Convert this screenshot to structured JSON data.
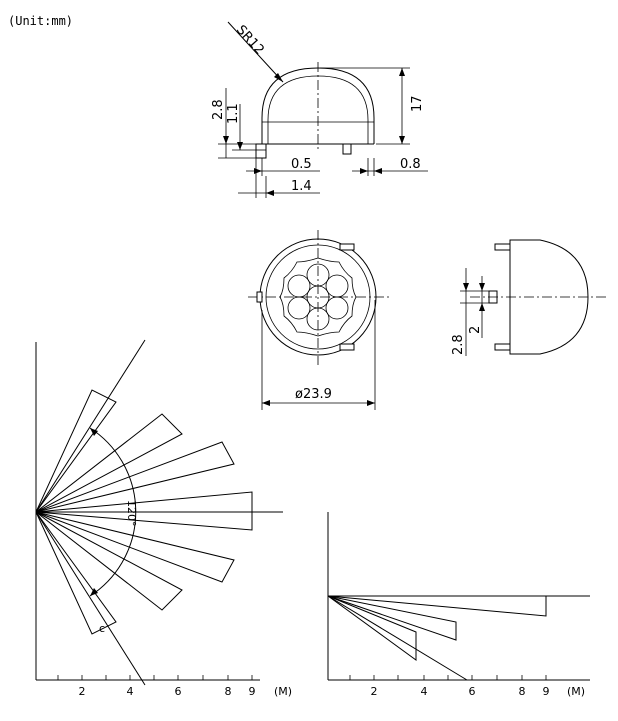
{
  "unit_label": "(Unit:mm)",
  "top_view_dims": {
    "radius": "SR12",
    "height": "17",
    "flange_height": "2.8",
    "flange_inner": "1.1",
    "step": "0.5",
    "flange_width": "1.4",
    "pin": "0.8"
  },
  "front_view_dims": {
    "diameter": "ø23.9"
  },
  "side_view_dims": {
    "a": "2.8",
    "b": "2"
  },
  "charts": {
    "left": {
      "angle_label": "120°",
      "x_ticks": [
        "2",
        "4",
        "6",
        "8",
        "9",
        "(M)"
      ]
    },
    "right": {
      "x_ticks": [
        "2",
        "4",
        "6",
        "8",
        "9",
        "(M)"
      ]
    }
  }
}
